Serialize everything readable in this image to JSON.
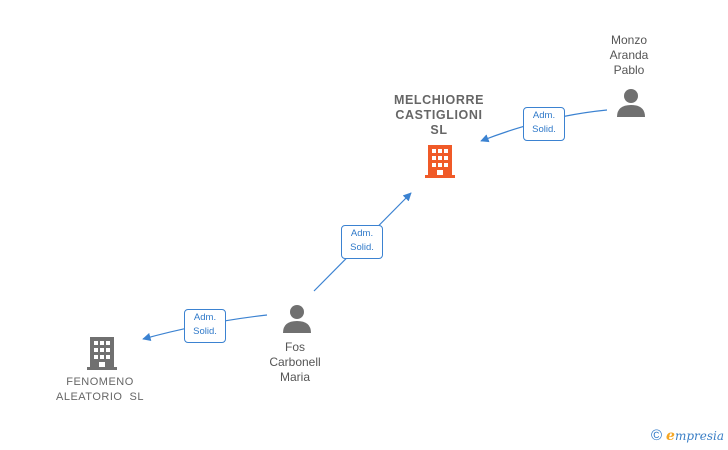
{
  "nodes": {
    "melchiorre": {
      "lines": [
        "MELCHIORRE",
        "CASTIGLIONI",
        "SL"
      ],
      "type": "company",
      "color": "#f05a28"
    },
    "fenomeno": {
      "lines": [
        "FENOMENO",
        "ALEATORIO  SL"
      ],
      "type": "company",
      "color": "#707070"
    },
    "monzo": {
      "lines": [
        "Monzo",
        "Aranda",
        "Pablo"
      ],
      "type": "person",
      "color": "#707070"
    },
    "fos": {
      "lines": [
        "Fos",
        "Carbonell",
        "Maria"
      ],
      "type": "person",
      "color": "#707070"
    }
  },
  "edges": [
    {
      "from": "fos",
      "to": "melchiorre",
      "label": [
        "Adm.",
        "Solid."
      ]
    },
    {
      "from": "monzo",
      "to": "melchiorre",
      "label": [
        "Adm.",
        "Solid."
      ]
    },
    {
      "from": "fos",
      "to": "fenomeno",
      "label": [
        "Adm.",
        "Solid."
      ]
    }
  ],
  "brand": {
    "copyright": "©",
    "initial": "e",
    "name": "mpresia"
  },
  "colors": {
    "edge": "#3b82d1",
    "main_company": "#f05a28",
    "node": "#707070"
  }
}
